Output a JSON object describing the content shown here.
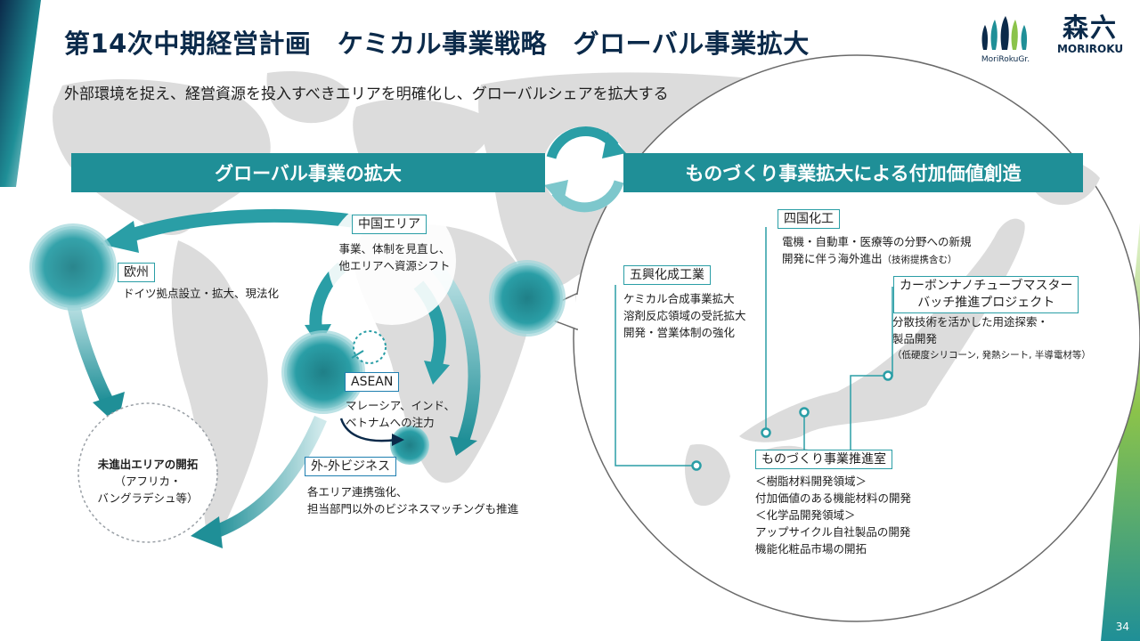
{
  "title": "第14次中期経営計画　ケミカル事業戦略　グローバル事業拡大",
  "subtitle": "外部環境を捉え、経営資源を投入すべきエリアを明確化し、グローバルシェアを拡大する",
  "logo": {
    "group_text": "MoriRokuGr.",
    "company_kanji": "森六",
    "company_roman": "MORIROKU"
  },
  "left_banner": "グローバル事業の拡大",
  "right_banner": "ものづくり事業拡大による付加価値創造",
  "global": {
    "china": {
      "label": "中国エリア",
      "lines": [
        "事業、体制を見直し、",
        "他エリアへ資源シフト"
      ]
    },
    "europe": {
      "label": "欧州",
      "line": "ドイツ拠点設立・拡大、現法化"
    },
    "asean": {
      "label": "ASEAN",
      "lines": [
        "マレーシア、インド、",
        "ベトナムへの注力"
      ]
    },
    "gaigai": {
      "label": "外-外ビジネス",
      "lines": [
        "各エリア連携強化、",
        "担当部門以外のビジネスマッチングも推進"
      ]
    },
    "new_area": {
      "title": "未進出エリアの開拓",
      "lines": [
        "（アフリカ・",
        "バングラデシュ等）"
      ]
    }
  },
  "japan": {
    "gokou": {
      "label": "五興化成工業",
      "lines": [
        "ケミカル合成事業拡大",
        "溶剤反応領域の受託拡大",
        "開発・営業体制の強化"
      ]
    },
    "shikoku": {
      "label": "四国化工",
      "lines": [
        "電機・自動車・医療等の分野への新規",
        "開発に伴う海外進出"
      ],
      "note": "（技術提携含む）"
    },
    "cnt": {
      "label_lines": [
        "カーボンナノチューブマスター",
        "バッチ推進プロジェクト"
      ],
      "lines": [
        "分散技術を活かした用途探索・",
        "製品開発"
      ],
      "note": "（低硬度シリコーン, 発熱シート, 半導電材等）"
    },
    "monozukuri": {
      "label": "ものづくり事業推進室",
      "lines": [
        "＜樹脂材料開発領域＞",
        "付加価値のある機能材料の開発",
        "＜化学品開発領域＞",
        "アップサイクル自社製品の開発",
        "機能化粧品市場の開拓"
      ]
    }
  },
  "page_number": "34",
  "colors": {
    "teal": "#1f8f97",
    "navy": "#0b2a4a",
    "map_gray": "#dcdcdc",
    "accent_green": "#8bc34a"
  }
}
